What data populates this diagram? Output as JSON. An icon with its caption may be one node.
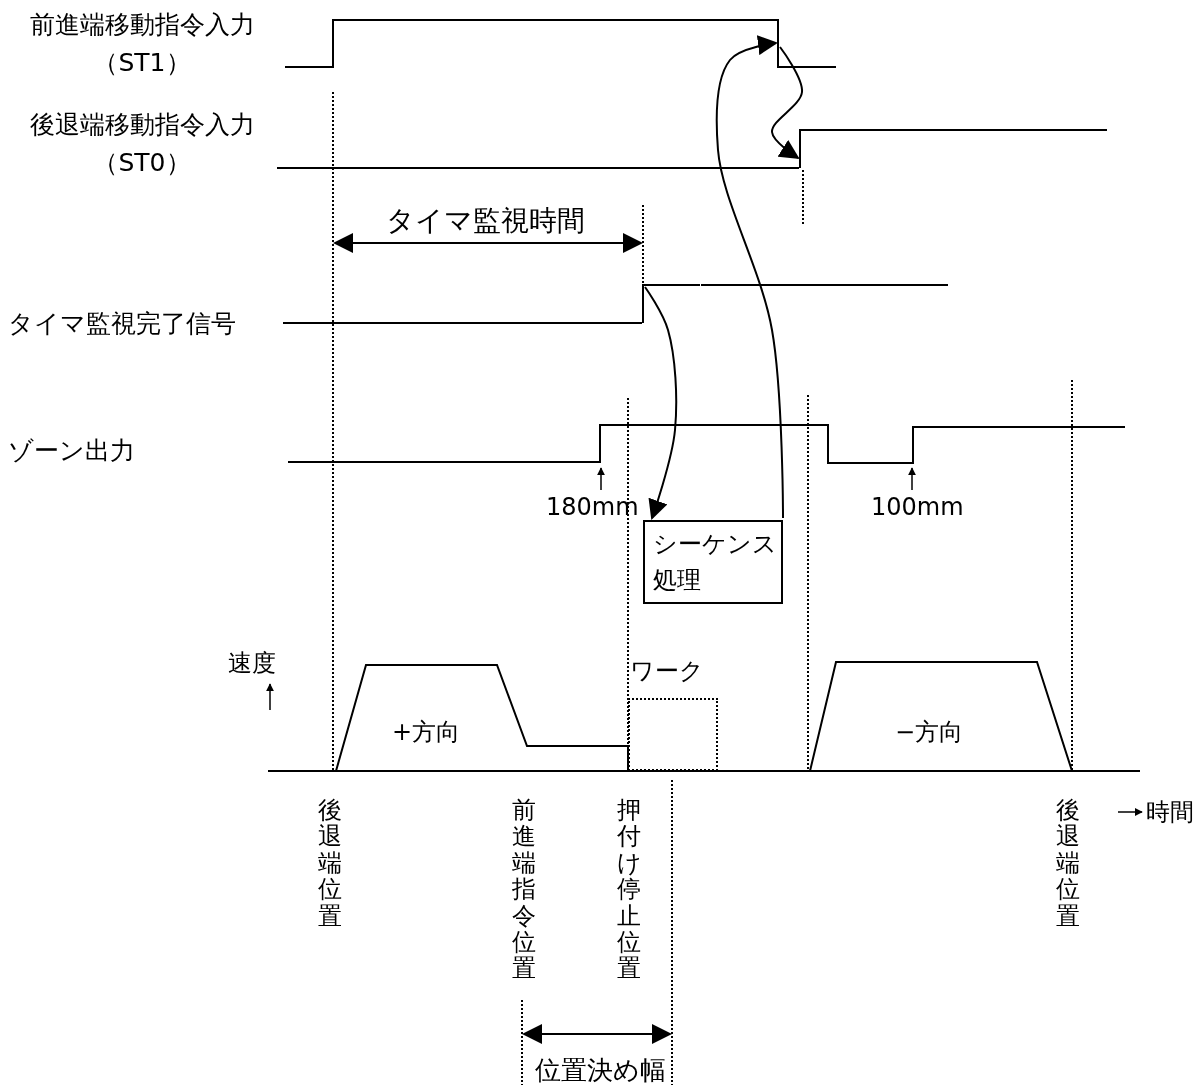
{
  "diagram": {
    "nodes": [
      {
        "text": [],
        "shape": "line",
        "beside": [
          "前進端移動指令入力（ST1）"
        ]
      },
      {
        "text": [],
        "shape": "line"
      },
      {
        "text": [],
        "shape": "line"
      },
      {
        "text": [
          "シーケンス処理"
        ]
      },
      {
        "text": [
          "ワーク"
        ]
      }
    ],
    "edges": [
      {
        "from": 2,
        "to": 3,
        "arrow": "to"
      },
      {
        "from": 3,
        "to": 0,
        "arrow": "to"
      },
      {
        "from": 0,
        "to": 1,
        "arrow": "to"
      }
    ],
    "labels": [
      "後退端移動指令入力（ST0）",
      "タイマ監視時間",
      "タイマ監視完了信号",
      "ゾーン出力",
      "180mm",
      "100mm",
      "速度",
      "+方向",
      "−方向",
      "後退端位置",
      "前進端指令位置",
      "押付け停止位置",
      "後退端位置",
      "時間",
      "位置決め幅"
    ]
  }
}
